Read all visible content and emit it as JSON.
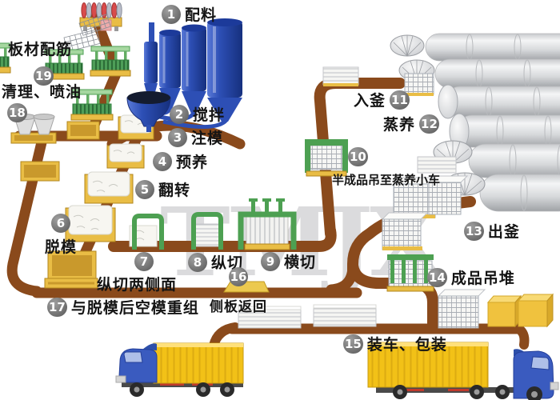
{
  "watermark": {
    "text": "TMJX"
  },
  "stations": [
    {
      "num": "1",
      "label": "配料"
    },
    {
      "num": "2",
      "label": "搅拌"
    },
    {
      "num": "3",
      "label": "注模"
    },
    {
      "num": "4",
      "label": "预养"
    },
    {
      "num": "5",
      "label": "翻转"
    },
    {
      "num": "6",
      "label": "脱模"
    },
    {
      "num": "7",
      "label": "纵切两侧面"
    },
    {
      "num": "8",
      "label": "纵切"
    },
    {
      "num": "9",
      "label": "横切"
    },
    {
      "num": "10",
      "label": "半成品吊至蒸养小车"
    },
    {
      "num": "11",
      "label": "入釜"
    },
    {
      "num": "12",
      "label": "蒸养"
    },
    {
      "num": "13",
      "label": "出釜"
    },
    {
      "num": "14",
      "label": "成品吊堆"
    },
    {
      "num": "15",
      "label": "装车、包装"
    },
    {
      "num": "16",
      "label": "侧板返回"
    },
    {
      "num": "17",
      "label": "与脱模后空模重组"
    },
    {
      "num": "18",
      "label": "清理、喷油"
    },
    {
      "num": "19",
      "label": "板材配筋"
    }
  ],
  "colors": {
    "conveyor_brown": "#8a4a1c",
    "mold_yellow": "#e9bd45",
    "machine_green": "#4da052",
    "silo_blue": "#2d4fb5",
    "autoclave_silver": "#d7d9db",
    "truck_cab_blue": "#3a5bbf",
    "truck_box_yellow": "#f2c117",
    "badge_gray": "#565656",
    "watermark_gray": "#7d7d85"
  }
}
